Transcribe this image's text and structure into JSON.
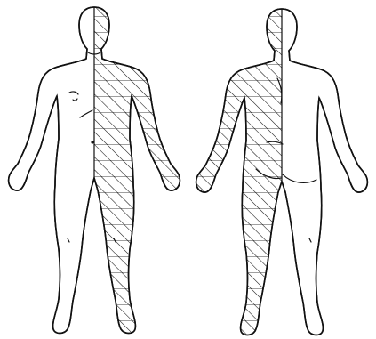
{
  "figures": [
    {
      "view": "front",
      "shaded_side": "figure-left"
    },
    {
      "view": "back",
      "shaded_side": "figure-left"
    }
  ],
  "colors": {
    "outline": "#111111",
    "hatch": "#111111",
    "background": "#ffffff"
  },
  "hatch_pattern": "diagonal-lines"
}
